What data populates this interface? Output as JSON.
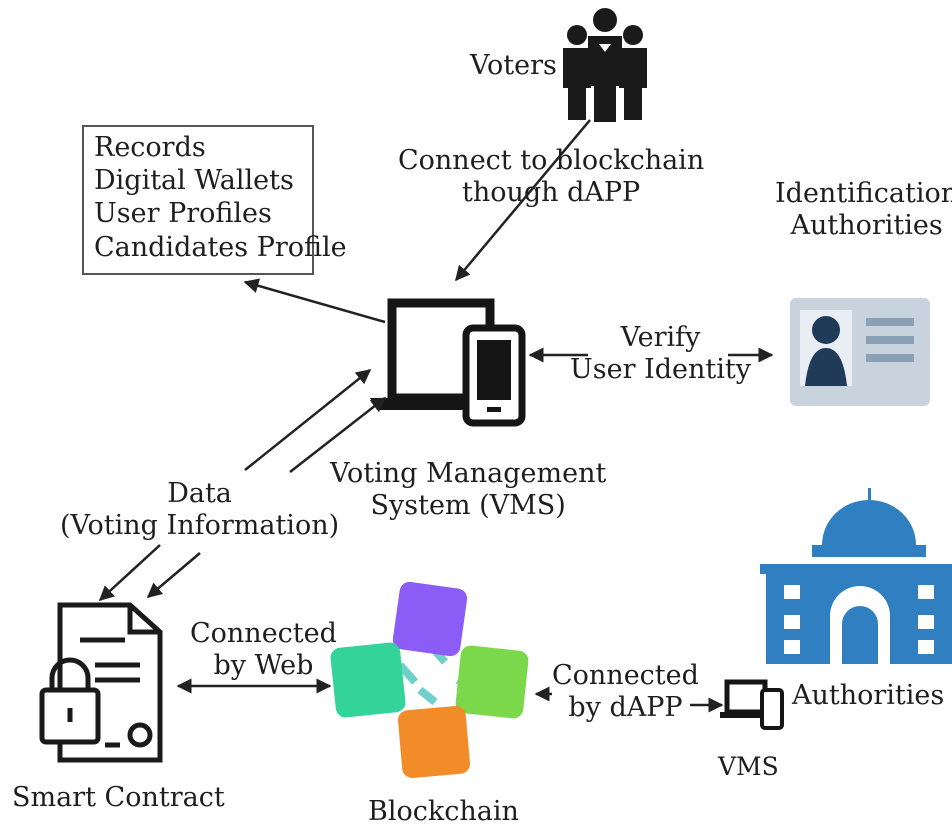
{
  "nodes": {
    "voters": "Voters",
    "connect_note": [
      "Connect to blockchain",
      "though dAPP"
    ],
    "records_box": [
      "Records",
      "Digital Wallets",
      "User Profiles",
      "Candidates Profile"
    ],
    "identification": [
      "Identification",
      "Authorities"
    ],
    "verify": [
      "Verify",
      "User Identity"
    ],
    "vms_main": [
      "Voting Management",
      "System (VMS)"
    ],
    "data": [
      "Data",
      "(Voting Information)"
    ],
    "connected_web": [
      "Connected",
      "by Web"
    ],
    "connected_dapp": [
      "Connected",
      "by dAPP"
    ],
    "smart_contract": "Smart Contract",
    "blockchain": "Blockchain",
    "vms_small": "VMS",
    "authorities": "Authorities"
  },
  "colors": {
    "ink": "#1e1e1e",
    "cube_purple": "#8b5cf6",
    "cube_green_left": "#34d399",
    "cube_green_right": "#7bd84a",
    "cube_orange": "#f28c28",
    "building_blue": "#2f7fc1",
    "id_card": "#c9d3de",
    "id_person": "#1f3b57"
  }
}
